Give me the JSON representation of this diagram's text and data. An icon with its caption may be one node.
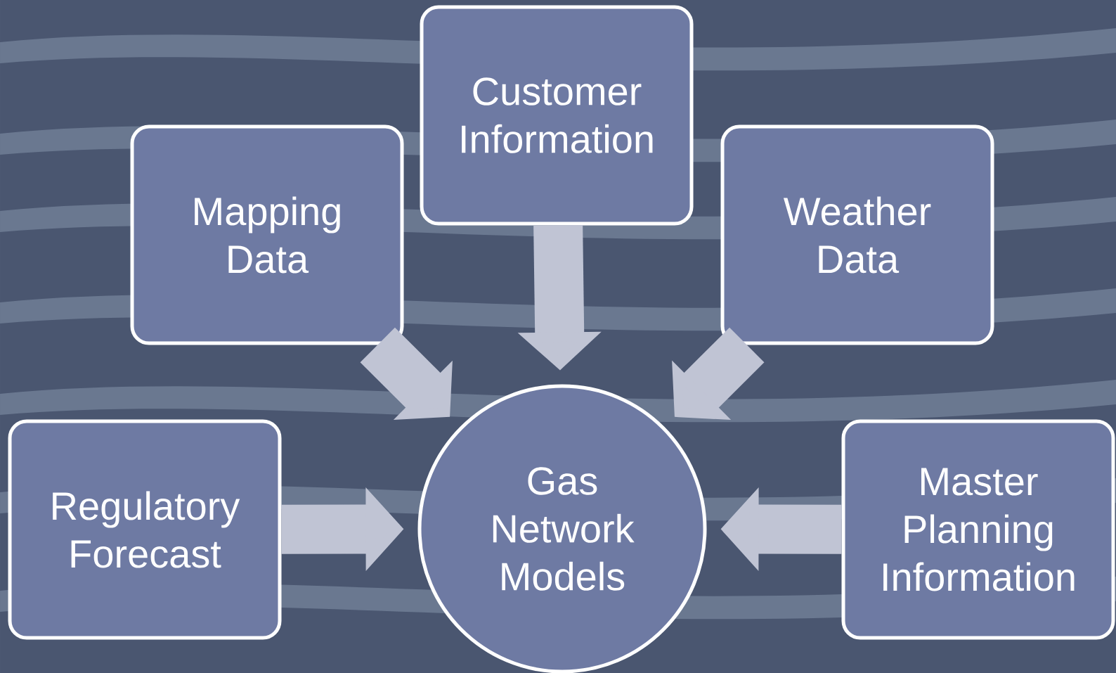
{
  "diagram": {
    "nodes": [
      {
        "text": [
          "Customer Information"
        ]
      },
      {
        "text": [
          "Mapping Data"
        ]
      },
      {
        "text": [
          "Weather Data"
        ]
      },
      {
        "text": [
          "Regulatory Forecast"
        ]
      },
      {
        "text": [
          "Gas Network Models"
        ]
      },
      {
        "text": [
          "Master Planning Information"
        ]
      }
    ],
    "edges": [
      {
        "from": 0,
        "to": 4,
        "arrow": "to"
      },
      {
        "from": 1,
        "to": 4,
        "arrow": "to"
      },
      {
        "from": 2,
        "to": 4,
        "arrow": "to"
      },
      {
        "from": 3,
        "to": 4,
        "arrow": "to"
      },
      {
        "from": 5,
        "to": 4,
        "arrow": "to"
      }
    ]
  }
}
